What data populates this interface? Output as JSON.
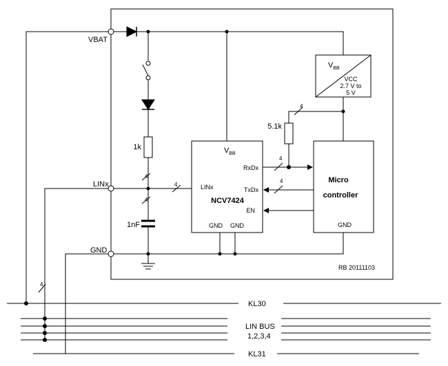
{
  "pins": {
    "vbat": "VBAT",
    "linx": "LINx",
    "gnd": "GND"
  },
  "components": {
    "resistor_1k": "1k",
    "capacitor_1nf": "1nF",
    "resistor_5k1": "5.1k"
  },
  "bus_width_label": "4",
  "regulator": {
    "vbb_main": "V",
    "vbb_sub": "BB",
    "vcc_line1": "VCC",
    "vcc_line2": "2.7 V to",
    "vcc_line3": "5 V"
  },
  "transceiver": {
    "name": "NCV7424",
    "vbb_main": "V",
    "vbb_sub": "BB",
    "rxdx": "RxDx",
    "txdx": "TxDx",
    "en": "EN",
    "linx": "LINx",
    "gnd1": "GND",
    "gnd2": "GND"
  },
  "microcontroller": {
    "line1": "Micro",
    "line2": "controller",
    "gnd": "GND"
  },
  "drawing_ref": "RB 20111103",
  "bus": {
    "kl30": "KL30",
    "lin_bus_line1": "LIN BUS",
    "lin_bus_line2": "1,2,3,4",
    "kl31": "KL31"
  }
}
